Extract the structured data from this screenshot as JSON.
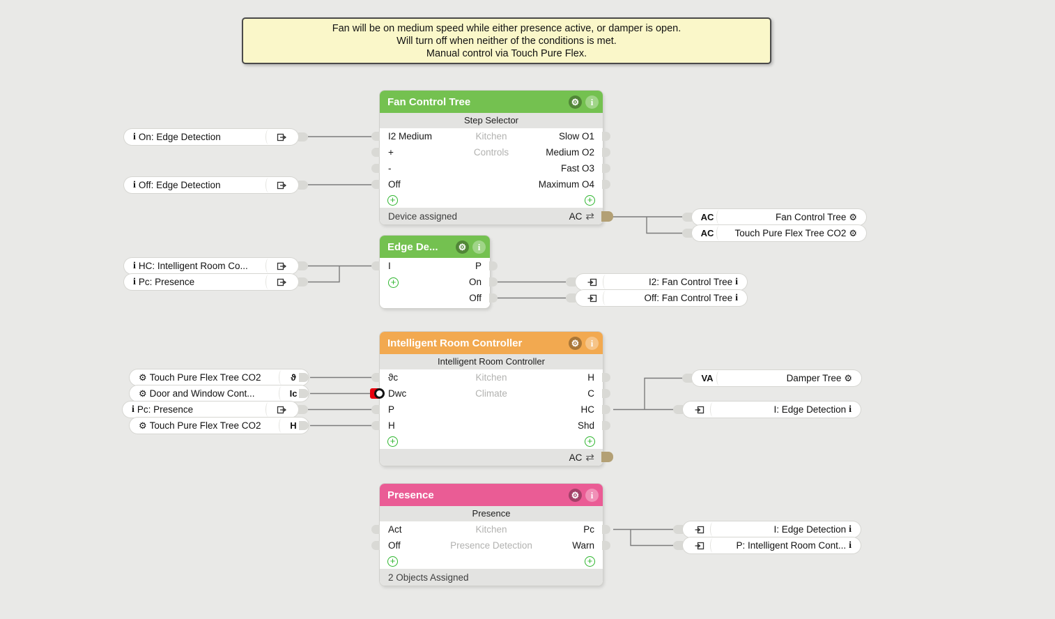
{
  "colors": {
    "header_green": "#74C150",
    "header_orange": "#F2A950",
    "header_pink": "#EA5C95",
    "note_bg": "#FAF7C9",
    "wire": "#7B7B7B",
    "connector": "#D9D9D5",
    "connector_ac": "#B3A075",
    "connector_inverted": "#E8000D",
    "plus_green": "#2DB52D"
  },
  "note": {
    "line1": "Fan will be on medium speed while either presence active, or damper is open.",
    "line2": "Will turn off when neither of the conditions is met.",
    "line3": "Manual control via Touch Pure Flex."
  },
  "fan": {
    "title": "Fan Control Tree",
    "subtitle": "Step Selector",
    "inputs": [
      "I2 Medium",
      "+",
      "-",
      "Off"
    ],
    "center": [
      "Kitchen",
      "Controls"
    ],
    "outputs": [
      "Slow O1",
      "Medium O2",
      "Fast O3",
      "Maximum O4"
    ],
    "footer_left": "Device assigned",
    "footer_ac": "AC"
  },
  "edge": {
    "title": "Edge De...",
    "inputs": [
      "I"
    ],
    "outputs": [
      "P",
      "On",
      "Off"
    ]
  },
  "irc": {
    "title": "Intelligent Room Controller",
    "subtitle": "Intelligent Room Controller",
    "inputs": [
      "ϑc",
      "Dwc",
      "P",
      "H"
    ],
    "center": [
      "Kitchen",
      "Climate"
    ],
    "outputs": [
      "H",
      "C",
      "HC",
      "Shd"
    ],
    "footer_ac": "AC"
  },
  "presence": {
    "title": "Presence",
    "subtitle": "Presence",
    "inputs": [
      "Act",
      "Off"
    ],
    "center": [
      "Kitchen",
      "Presence Detection"
    ],
    "outputs": [
      "Pc",
      "Warn"
    ],
    "footer_left": "2 Objects Assigned"
  },
  "pills": {
    "on_edge": {
      "label": "On: Edge Detection"
    },
    "off_edge": {
      "label": "Off: Edge Detection"
    },
    "hc_irc": {
      "label": "HC: Intelligent Room Co..."
    },
    "pc_presence_edge": {
      "label": "Pc: Presence"
    },
    "ac_fan": {
      "badge": "AC",
      "label": "Fan Control Tree"
    },
    "ac_touch": {
      "badge": "AC",
      "label": "Touch Pure Flex Tree CO2"
    },
    "i2_fan": {
      "label": "I2: Fan Control Tree"
    },
    "off_fan": {
      "label": "Off: Fan Control Tree"
    },
    "touch_theta": {
      "badge": "ϑ",
      "label": "Touch Pure Flex Tree CO2"
    },
    "door_window": {
      "badge": "Ic",
      "label": "Door and Window Cont..."
    },
    "pc_presence_irc": {
      "label": "Pc: Presence"
    },
    "touch_h": {
      "badge": "H",
      "label": "Touch Pure Flex Tree CO2"
    },
    "va_damper": {
      "badge": "VA",
      "label": "Damper Tree"
    },
    "i_edge_irc": {
      "label": "I: Edge Detection"
    },
    "i_edge_presence": {
      "label": "I: Edge Detection"
    },
    "p_irc": {
      "label": "P: Intelligent Room Cont..."
    }
  }
}
